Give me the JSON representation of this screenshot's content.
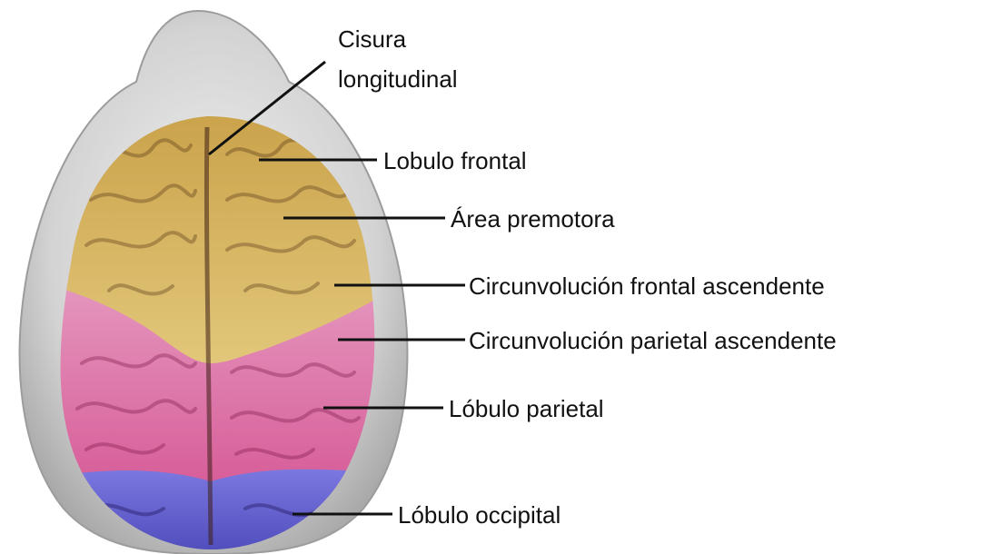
{
  "diagram": {
    "labels": [
      {
        "id": "longitudinal",
        "lines": [
          "Cisura",
          "longitudinal"
        ]
      },
      {
        "id": "frontal",
        "lines": [
          "Lobulo frontal"
        ]
      },
      {
        "id": "premotor",
        "lines": [
          "Área premotora"
        ]
      },
      {
        "id": "precentral",
        "lines": [
          "Circunvolución frontal ascendente"
        ]
      },
      {
        "id": "postcentral",
        "lines": [
          "Circunvolución parietal ascendente"
        ]
      },
      {
        "id": "parietal",
        "lines": [
          "Lóbulo parietal"
        ]
      },
      {
        "id": "occipital",
        "lines": [
          "Lóbulo occipital"
        ]
      }
    ],
    "colors": {
      "frontal": "#d9b760",
      "parietal": "#e07aa8",
      "occipital": "#6a66d6",
      "skull": "#c9c9c9",
      "leader": "#111111"
    }
  }
}
